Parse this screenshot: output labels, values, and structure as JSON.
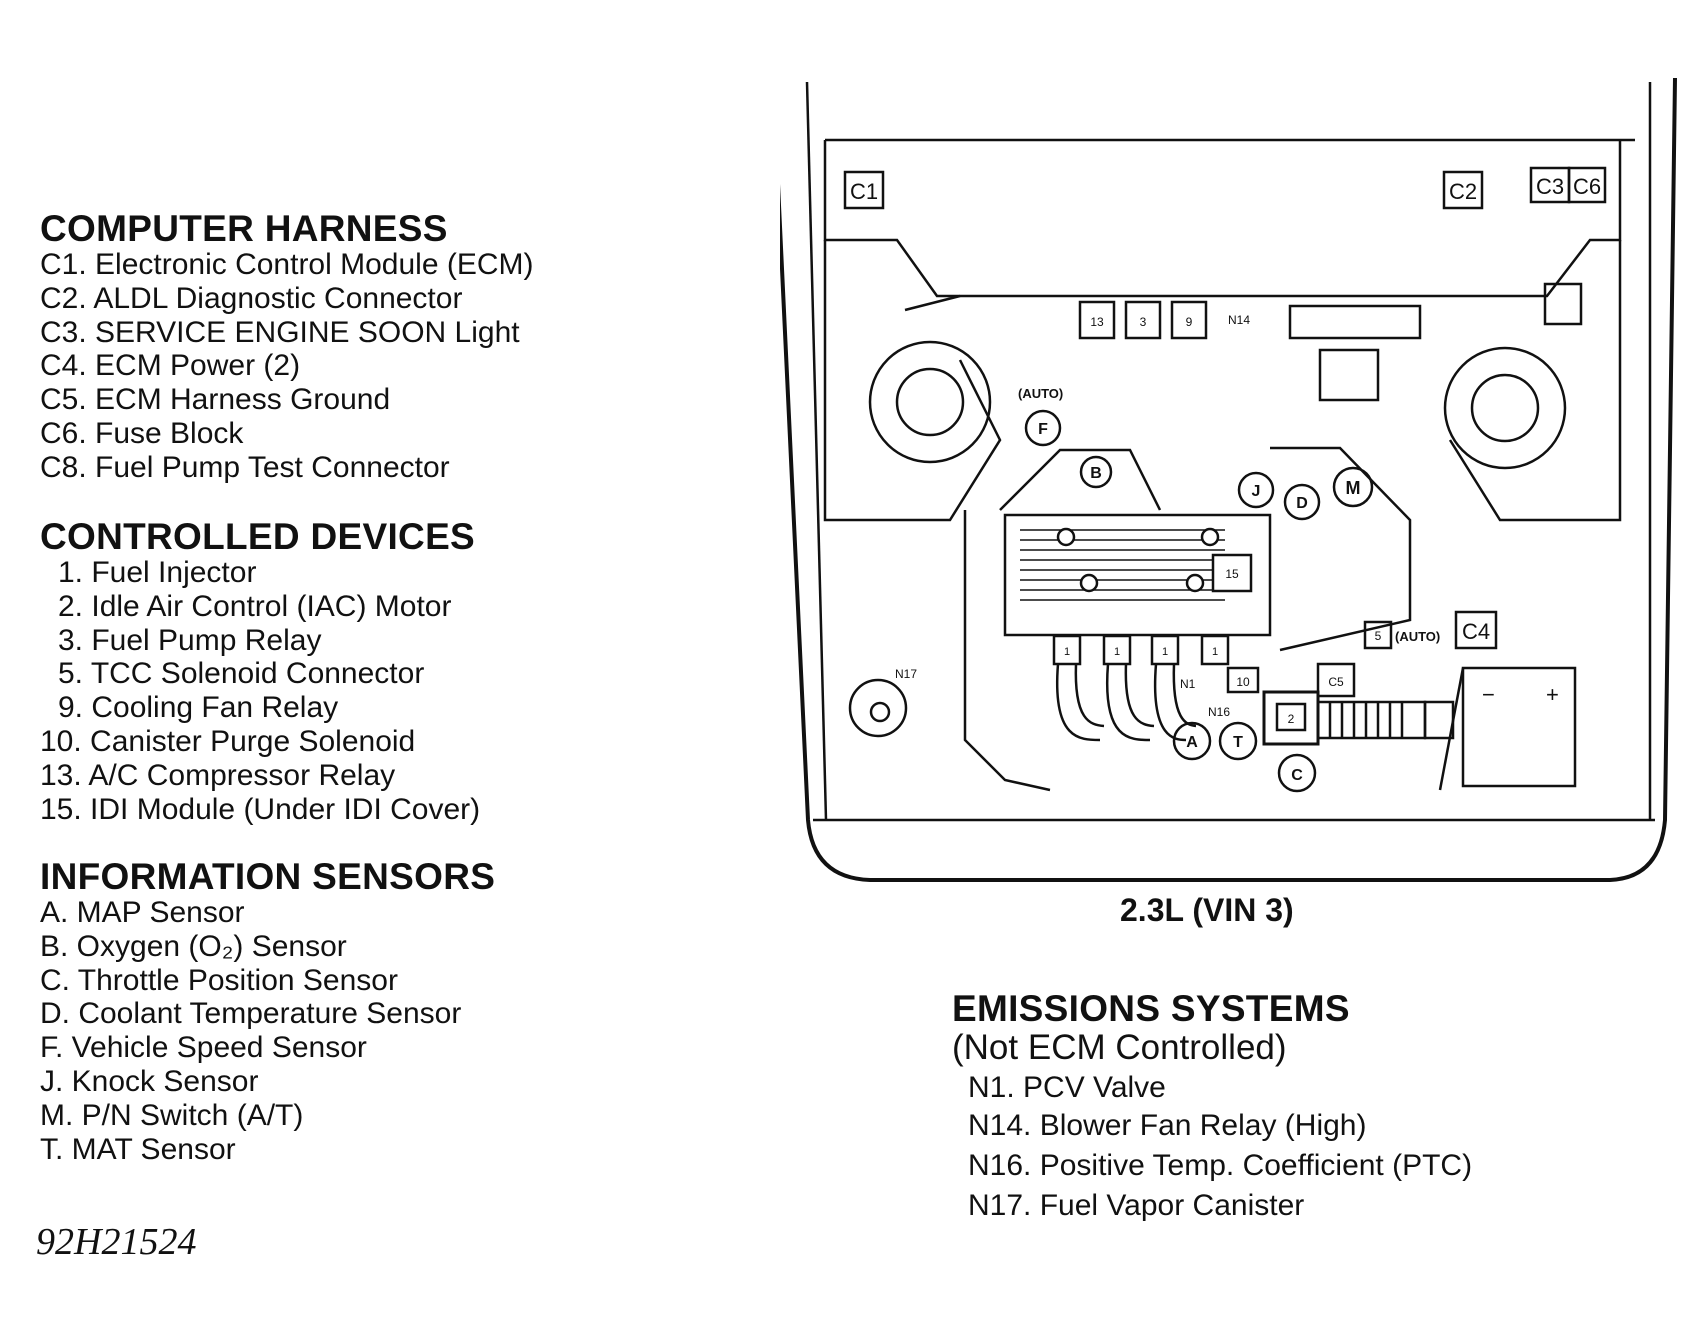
{
  "sections": {
    "computer_harness": {
      "title": "COMPUTER HARNESS",
      "items": [
        "C1. Electronic Control Module (ECM)",
        "C2. ALDL Diagnostic Connector",
        "C3. SERVICE ENGINE SOON Light",
        "C4. ECM Power (2)",
        "C5. ECM Harness Ground",
        "C6. Fuse Block",
        "C8. Fuel Pump Test Connector"
      ]
    },
    "controlled_devices": {
      "title": "CONTROLLED DEVICES",
      "items": [
        "1. Fuel Injector",
        "2. Idle Air Control (IAC) Motor",
        "3. Fuel Pump Relay",
        "5. TCC Solenoid Connector",
        "9. Cooling Fan Relay",
        "10. Canister Purge Solenoid",
        "13. A/C Compressor Relay",
        "15. IDI Module (Under IDI Cover)"
      ]
    },
    "information_sensors": {
      "title": "INFORMATION SENSORS",
      "items": [
        "A. MAP Sensor",
        "B. Oxygen (O₂) Sensor",
        "C. Throttle Position Sensor",
        "D. Coolant Temperature Sensor",
        "F. Vehicle Speed Sensor",
        "J. Knock Sensor",
        "M. P/N Switch (A/T)",
        "T. MAT Sensor"
      ]
    },
    "emissions": {
      "title": "EMISSIONS SYSTEMS",
      "subtitle": "(Not ECM Controlled)",
      "items": [
        "N1. PCV Valve",
        "N14. Blower Fan Relay (High)",
        "N16. Positive Temp. Coefficient (PTC)",
        "N17. Fuel Vapor Canister"
      ]
    }
  },
  "diagram": {
    "title": "2.3L (VIN 3)",
    "ref_code": "92H21524",
    "labels": {
      "c1": "C1",
      "c2": "C2",
      "c3": "C3",
      "c6": "C6",
      "c4": "C4",
      "c5": "C5",
      "r13": "13",
      "r3": "3",
      "r9": "9",
      "n14": "N14",
      "auto": "(AUTO)",
      "f": "F",
      "b": "B",
      "j": "J",
      "d": "D",
      "m": "M",
      "m15": "15",
      "s5": "5",
      "n17": "N17",
      "n1": "N1",
      "n16": "N16",
      "p10": "10",
      "iac": "2",
      "a": "A",
      "t": "T",
      "c": "C",
      "inj1": "1",
      "inj2": "1",
      "inj3": "1",
      "inj4": "1"
    }
  }
}
